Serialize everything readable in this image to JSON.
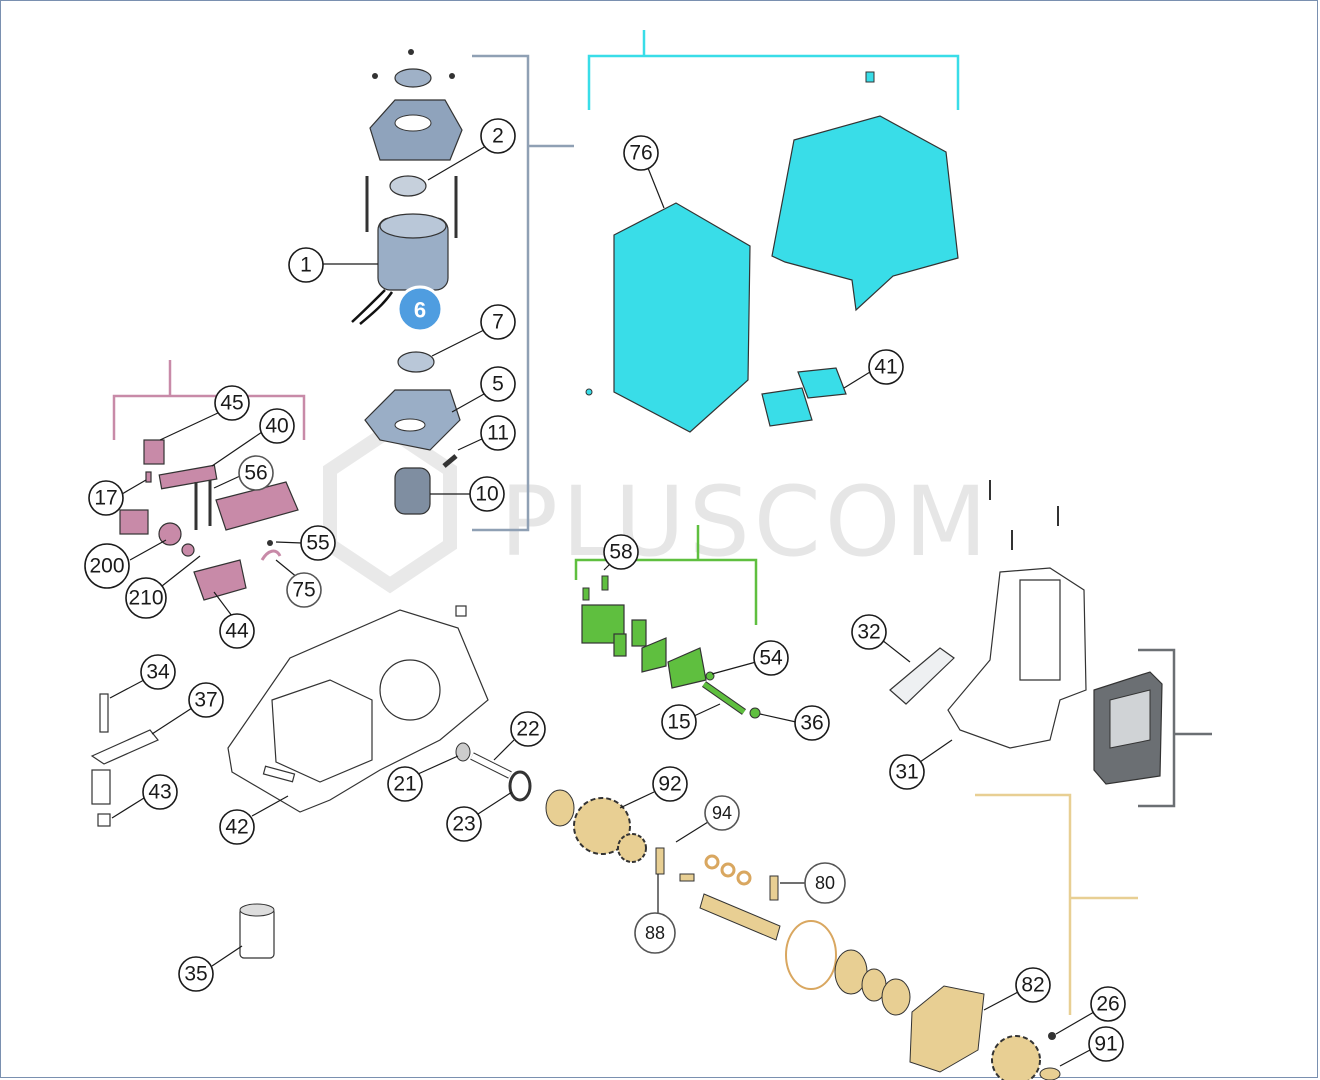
{
  "watermark": {
    "text": "PLUSCOM"
  },
  "badge": {
    "label": "6"
  },
  "colors": {
    "motor_group": "#8fa0b4",
    "cover_group": "#39dde8",
    "pink_group": "#c88aa8",
    "green_group": "#5fbf3f",
    "tan_group": "#e8cf93",
    "grey_group": "#6b6f73"
  },
  "labels": {
    "l1": "1",
    "l2": "2",
    "l5": "5",
    "l7": "7",
    "l10": "10",
    "l11": "11",
    "l76": "76",
    "l41": "41",
    "l45": "45",
    "l40": "40",
    "l56": "56",
    "l17": "17",
    "l200": "200",
    "l210": "210",
    "l55": "55",
    "l75": "75",
    "l44": "44",
    "l58": "58",
    "l54": "54",
    "l15": "15",
    "l36": "36",
    "l32": "32",
    "l31": "31",
    "l34": "34",
    "l37": "37",
    "l43": "43",
    "l42": "42",
    "l21": "21",
    "l22": "22",
    "l23": "23",
    "l92": "92",
    "l94": "94",
    "l88": "88",
    "l80": "80",
    "l35": "35",
    "l82": "82",
    "l26": "26",
    "l91": "91"
  }
}
